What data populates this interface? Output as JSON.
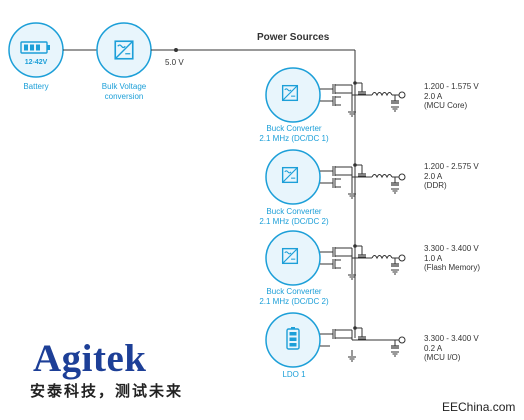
{
  "title": "Power Sources",
  "bus_voltage": "5.0 V",
  "source_blocks": [
    {
      "label_lines": [
        "Battery"
      ],
      "icon_text": "12-42V"
    },
    {
      "label_lines": [
        "Bulk Voltage",
        "conversion"
      ]
    }
  ],
  "converters": [
    {
      "label_lines": [
        "Buck Converter",
        "2.1 MHz (DC/DC 1)"
      ],
      "output_lines": [
        "1.200 - 1.575 V",
        "2.0 A",
        "(MCU Core)"
      ]
    },
    {
      "label_lines": [
        "Buck Converter",
        "2.1 MHz (DC/DC 2)"
      ],
      "output_lines": [
        "1.200 - 2.575 V",
        "2.0 A",
        "(DDR)"
      ]
    },
    {
      "label_lines": [
        "Buck Converter",
        "2.1 MHz (DC/DC 2)"
      ],
      "output_lines": [
        "3.300 - 3.400 V",
        "1.0 A",
        "(Flash Memory)"
      ]
    },
    {
      "label_lines": [
        "LDO 1"
      ],
      "output_lines": [
        "3.300 - 3.400 V",
        "0.2 A",
        "(MCU I/O)"
      ]
    }
  ],
  "logo": {
    "text": "Agitek",
    "tagline": "安泰科技，测试未来"
  },
  "watermark": "EEChina.com",
  "colors": {
    "accent": "#1c9fd8",
    "icon_fill": "#e8f5fc",
    "line": "#333333",
    "brand": "#1d3f97"
  }
}
